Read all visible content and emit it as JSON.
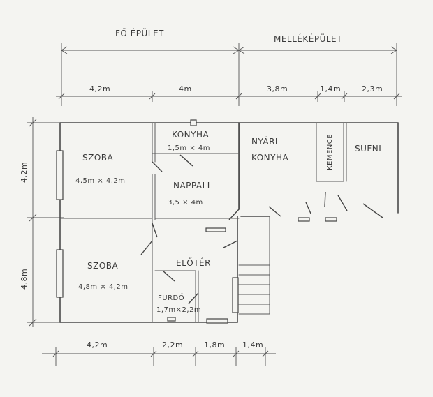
{
  "headers": {
    "main_building": "FŐ ÉPÜLET",
    "annex": "MELLÉKÉPÜLET"
  },
  "top_dims": {
    "d1": "4,2m",
    "d2": "4m",
    "d3": "3,8m",
    "d4": "1,4m",
    "d5": "2,3m"
  },
  "bottom_dims": {
    "d1": "4,2m",
    "d2": "2,2m",
    "d3": "1,8m",
    "d4": "1,4m"
  },
  "left_dims": {
    "d1": "4,2m",
    "d2": "4,8m"
  },
  "rooms": {
    "szoba1": {
      "name": "SZOBA",
      "size": "4,5m × 4,2m"
    },
    "konyha": {
      "name": "KONYHA",
      "size": "1,5m × 4m"
    },
    "nappali": {
      "name": "NAPPALI",
      "size": "3,5 × 4m"
    },
    "nyari_konyha": {
      "line1": "NYÁRI",
      "line2": "KONYHA"
    },
    "kemence": {
      "name": "KEMENCE"
    },
    "sufni": {
      "name": "SUFNI"
    },
    "szoba2": {
      "name": "SZOBA",
      "size": "4,8m × 4,2m"
    },
    "eloter": {
      "name": "ELŐTÉR"
    },
    "furdo": {
      "name": "FÜRDŐ",
      "size": "1,7m×2,2m"
    }
  }
}
